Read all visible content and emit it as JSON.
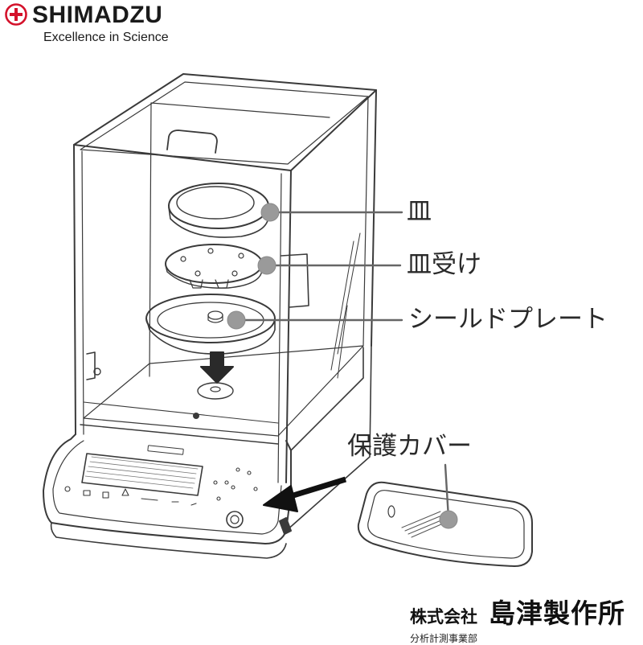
{
  "brand": {
    "name": "SHIMADZU",
    "tagline": "Excellence in Science",
    "mark_color": "#d4122b",
    "mark_icon": "circle-plus-logo-icon"
  },
  "callouts": {
    "pan": "皿",
    "pan_receiver": "皿受け",
    "shield_plate": "シールドプレート",
    "protective_cover": "保護カバー"
  },
  "footer": {
    "company_type": "株式会社",
    "company_name": "島津製作所",
    "division": "分析計測事業部"
  },
  "colors": {
    "line_art": "#3a3a3a",
    "leader_line": "#666666",
    "callout_dot": "#9a9a9a"
  }
}
